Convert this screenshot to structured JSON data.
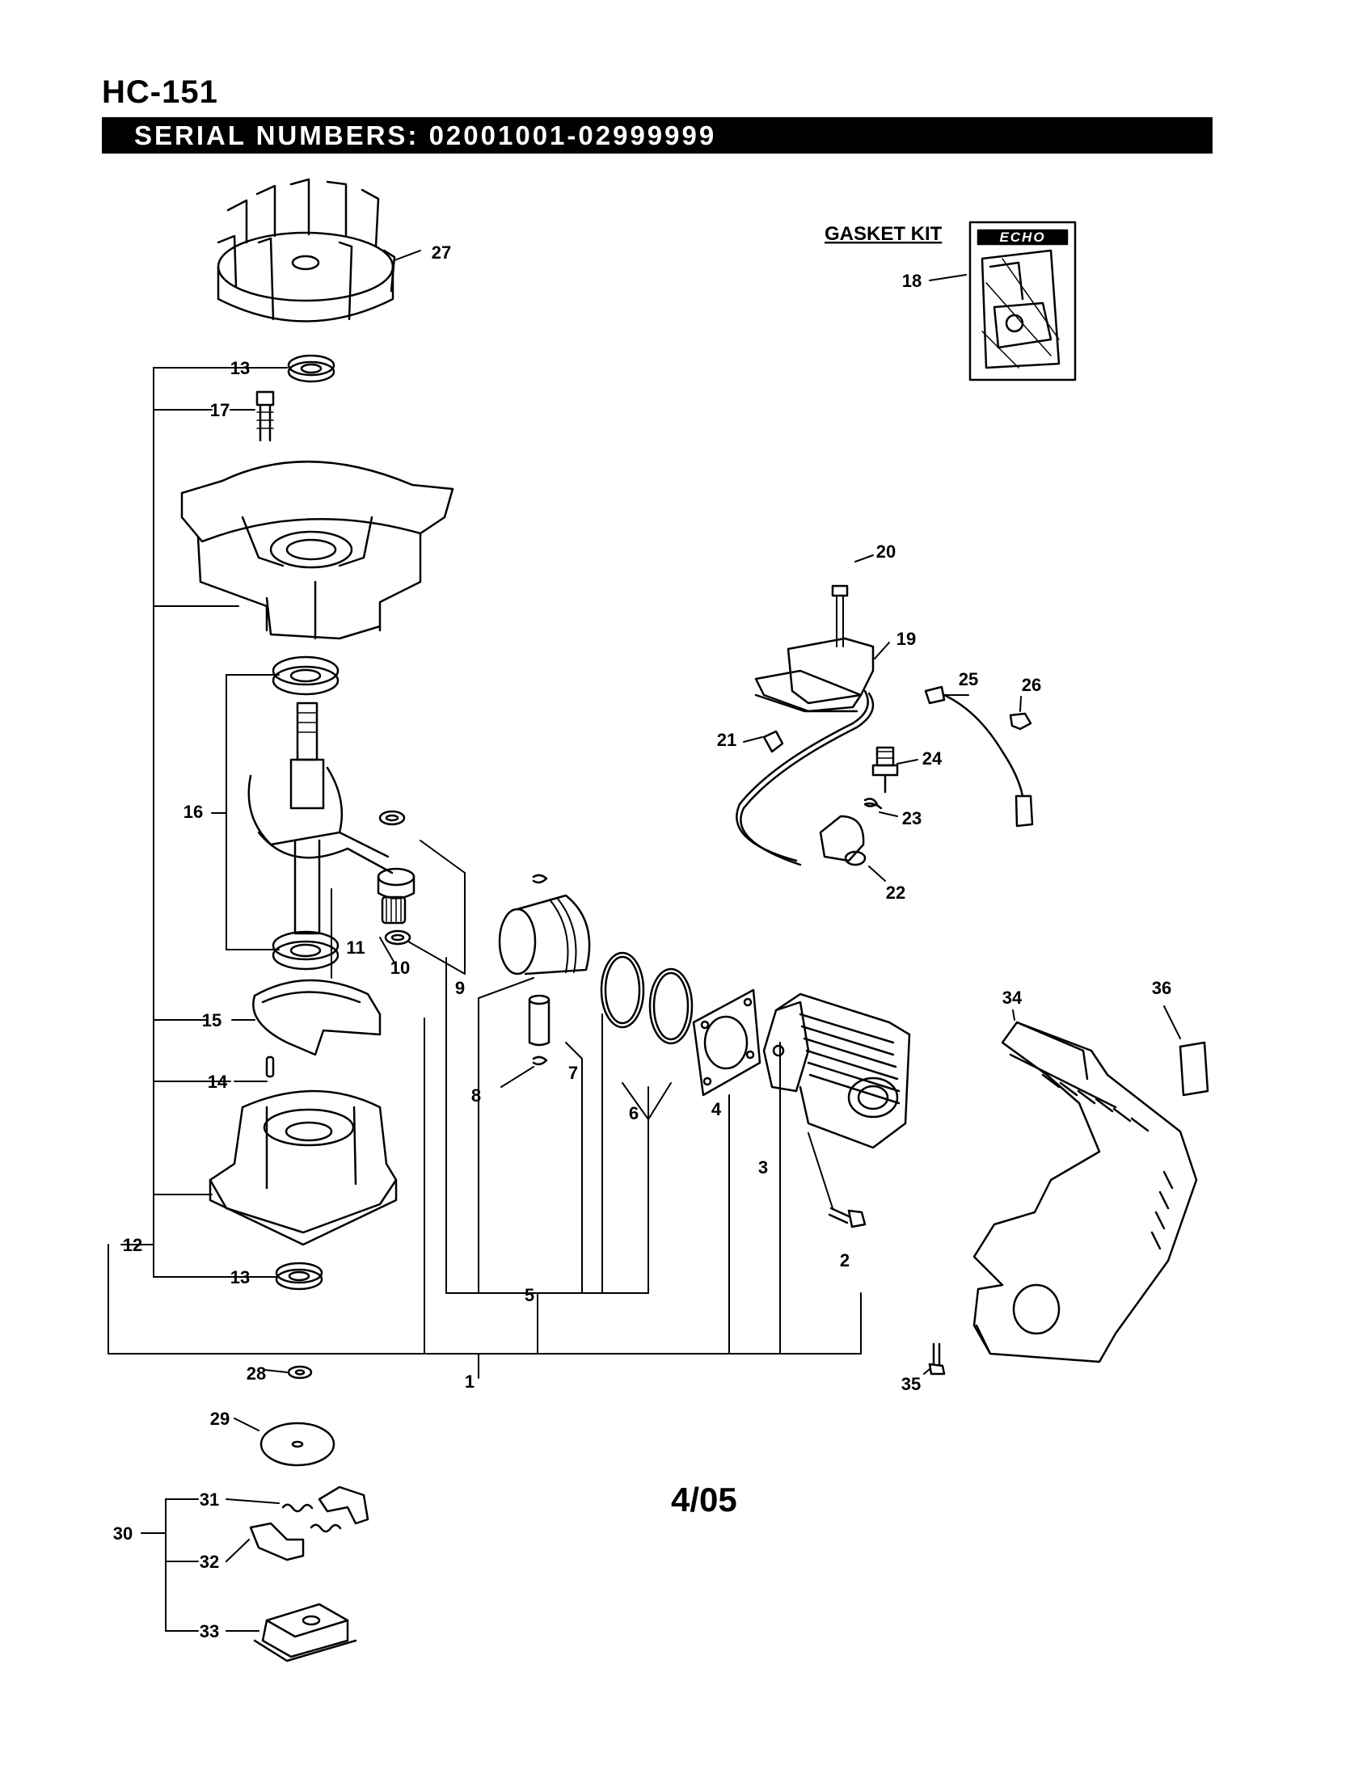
{
  "header": {
    "model": "HC-151",
    "serial_range": "SERIAL  NUMBERS:  02001001-02999999"
  },
  "gasket_kit": {
    "label": "GASKET KIT",
    "brand": "ECHO"
  },
  "callouts": {
    "p1": "1",
    "p2": "2",
    "p3": "3",
    "p4": "4",
    "p5": "5",
    "p6": "6",
    "p7": "7",
    "p8": "8",
    "p9": "9",
    "p10": "10",
    "p11": "11",
    "p12": "12",
    "p13a": "13",
    "p13b": "13",
    "p14": "14",
    "p15": "15",
    "p16": "16",
    "p17": "17",
    "p18": "18",
    "p19": "19",
    "p20": "20",
    "p21": "21",
    "p22": "22",
    "p23": "23",
    "p24": "24",
    "p25": "25",
    "p26": "26",
    "p27": "27",
    "p28": "28",
    "p29": "29",
    "p30": "30",
    "p31": "31",
    "p32": "32",
    "p33": "33",
    "p34": "34",
    "p35": "35",
    "p36": "36"
  },
  "footer": {
    "date_code": "4/05"
  }
}
